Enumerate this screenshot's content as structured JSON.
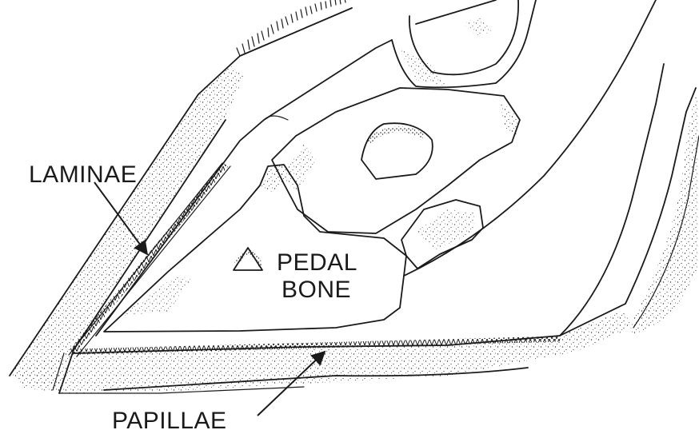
{
  "labels": {
    "laminae": "LAMINAE",
    "pedal_line1": "PEDAL",
    "pedal_line2": "BONE",
    "papillae": "PAPILLAE"
  }
}
